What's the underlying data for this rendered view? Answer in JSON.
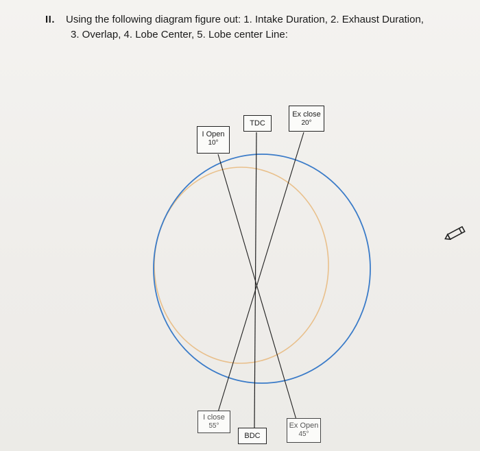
{
  "question": {
    "number": "II.",
    "line1": "Using the following diagram figure out: 1. Intake Duration, 2. Exhaust Duration,",
    "line2": "3. Overlap, 4. Lobe Center, 5. Lobe center Line:"
  },
  "diagram": {
    "tdc_label": "TDC",
    "bdc_label": "BDC",
    "intake_open": {
      "label": "I Open",
      "value": "10°"
    },
    "exhaust_close": {
      "label": "Ex close",
      "value": "20°"
    },
    "intake_close": {
      "label": "I close",
      "value": "55°"
    },
    "exhaust_open": {
      "label": "Ex Open",
      "value": "45°"
    },
    "colors": {
      "exhaust_circle": "#3a7bc8",
      "intake_circle": "#e8b77a",
      "lines": "#1f1f1f"
    }
  },
  "tools": {
    "edit_icon": "pencil-icon"
  }
}
